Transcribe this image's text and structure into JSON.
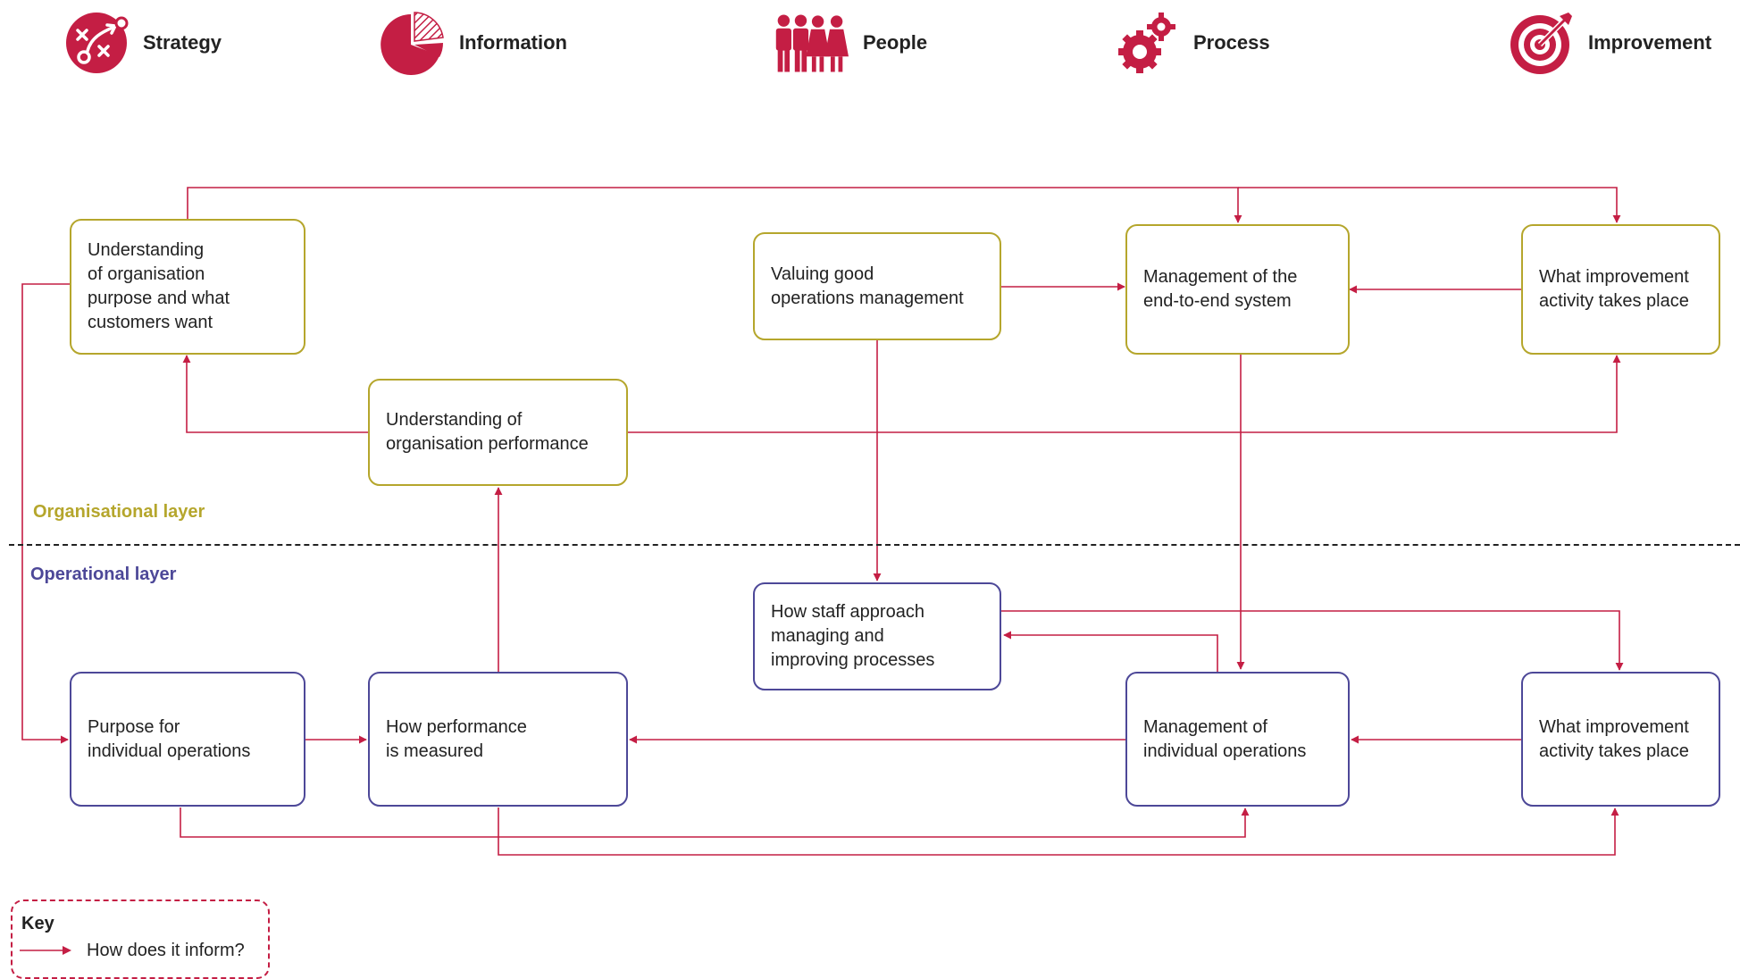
{
  "colors": {
    "accent": "#c41e44",
    "organisational": "#b5a62c",
    "operational": "#4d4898",
    "text": "#222222"
  },
  "header": {
    "items": [
      {
        "label": "Strategy",
        "icon": "strategy-icon"
      },
      {
        "label": "Information",
        "icon": "pie-chart-icon"
      },
      {
        "label": "People",
        "icon": "people-icon"
      },
      {
        "label": "Process",
        "icon": "gears-icon"
      },
      {
        "label": "Improvement",
        "icon": "target-icon"
      }
    ]
  },
  "layers": {
    "organisational": "Organisational layer",
    "operational": "Operational layer"
  },
  "boxes": {
    "org_purpose": "Understanding\nof organisation\npurpose and what\ncustomers want",
    "valuing_ops": "Valuing good\noperations management",
    "e2e_system": "Management of the\nend-to-end system",
    "org_improvement": "What improvement\nactivity takes place",
    "org_performance": "Understanding of\norganisation performance",
    "staff_approach": "How staff approach\nmanaging and\nimproving processes",
    "ops_purpose": "Purpose for\nindividual operations",
    "performance_measured": "How performance\nis measured",
    "individual_ops": "Management of\nindividual operations",
    "ops_improvement": "What improvement\nactivity takes place"
  },
  "key": {
    "title": "Key",
    "arrow_meaning": "How does it inform?"
  }
}
